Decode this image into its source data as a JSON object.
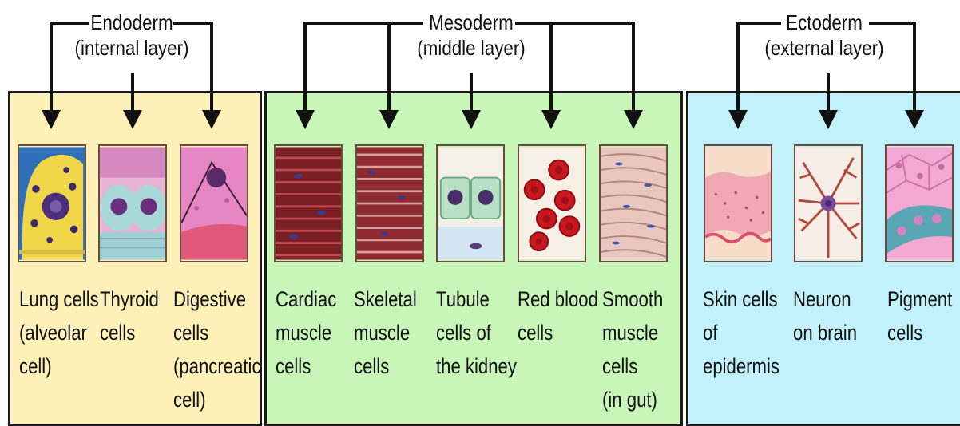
{
  "layers": [
    {
      "name": "Endoderm",
      "subtitle": "(internal layer)",
      "color": "#fdf1b8",
      "cells": [
        {
          "lines": [
            "Lung cells",
            "(alveolar",
            "cell)"
          ],
          "icon": "lung-cell-illustration"
        },
        {
          "lines": [
            "Thyroid",
            "cells"
          ],
          "icon": "thyroid-cell-illustration"
        },
        {
          "lines": [
            "Digestive",
            "cells",
            "(pancreatic",
            "cell)"
          ],
          "icon": "pancreatic-cell-illustration"
        }
      ]
    },
    {
      "name": "Mesoderm",
      "subtitle": "(middle layer)",
      "color": "#c8f5b8",
      "cells": [
        {
          "lines": [
            "Cardiac",
            "muscle",
            "cells"
          ],
          "icon": "cardiac-muscle-illustration"
        },
        {
          "lines": [
            "Skeletal",
            "muscle",
            "cells"
          ],
          "icon": "skeletal-muscle-illustration"
        },
        {
          "lines": [
            "Tubule",
            "cells of",
            "the kidney"
          ],
          "icon": "kidney-tubule-illustration"
        },
        {
          "lines": [
            "Red blood",
            "cells"
          ],
          "icon": "red-blood-cell-illustration"
        },
        {
          "lines": [
            "Smooth",
            "muscle",
            "cells",
            "(in gut)"
          ],
          "icon": "smooth-muscle-illustration"
        }
      ]
    },
    {
      "name": "Ectoderm",
      "subtitle": "(external layer)",
      "color": "#c2f1fb",
      "cells": [
        {
          "lines": [
            "Skin cells",
            "of",
            "epidermis"
          ],
          "icon": "skin-cell-illustration"
        },
        {
          "lines": [
            "Neuron",
            "on brain"
          ],
          "icon": "neuron-illustration"
        },
        {
          "lines": [
            "Pigment",
            "cells"
          ],
          "icon": "pigment-cell-illustration"
        }
      ]
    }
  ]
}
